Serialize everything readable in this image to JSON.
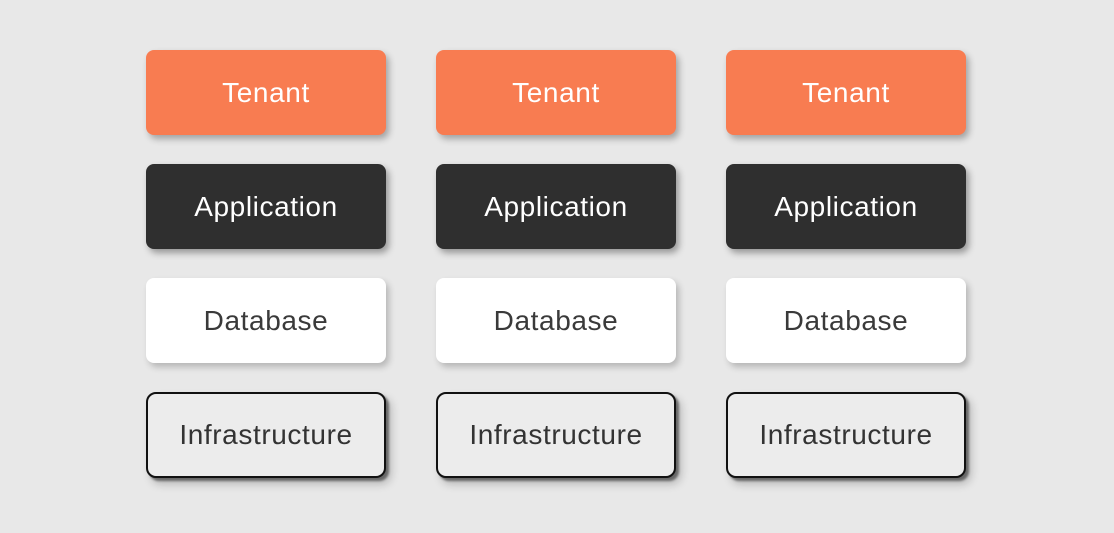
{
  "colors": {
    "canvas-bg": "#E8E8E8",
    "tenant-bg": "#F87C51",
    "tenant-text": "#FFFFFF",
    "application-bg": "#2F2F2F",
    "application-text": "#FFFFFF",
    "database-bg": "#FFFFFF",
    "database-text": "#3A3A3A",
    "infrastructure-bg": "#ECECEC",
    "infrastructure-border": "#111111",
    "infrastructure-text": "#333333"
  },
  "diagram": {
    "columns": [
      {
        "layers": [
          {
            "label": "Tenant"
          },
          {
            "label": "Application"
          },
          {
            "label": "Database"
          },
          {
            "label": "Infrastructure"
          }
        ]
      },
      {
        "layers": [
          {
            "label": "Tenant"
          },
          {
            "label": "Application"
          },
          {
            "label": "Database"
          },
          {
            "label": "Infrastructure"
          }
        ]
      },
      {
        "layers": [
          {
            "label": "Tenant"
          },
          {
            "label": "Application"
          },
          {
            "label": "Database"
          },
          {
            "label": "Infrastructure"
          }
        ]
      }
    ]
  }
}
